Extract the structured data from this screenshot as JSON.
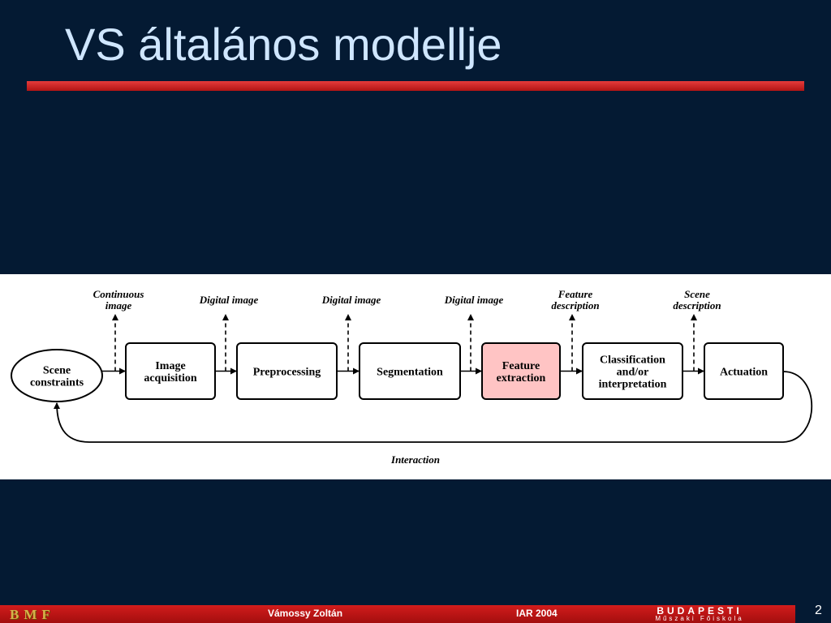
{
  "slide": {
    "title": "VS általános modellje",
    "page_number": "2"
  },
  "colors": {
    "background": "#041a33",
    "title_text": "#cfe6ff",
    "accent_red": "#c41d1d",
    "highlight_box": "#ffc4c4"
  },
  "diagram": {
    "nodes": [
      {
        "id": "scene-constraints",
        "lines": [
          "Scene",
          "constraints"
        ],
        "shape": "ellipse"
      },
      {
        "id": "image-acquisition",
        "lines": [
          "Image",
          "acquisition"
        ]
      },
      {
        "id": "preprocessing",
        "lines": [
          "Preprocessing"
        ]
      },
      {
        "id": "segmentation",
        "lines": [
          "Segmentation"
        ]
      },
      {
        "id": "feature-extraction",
        "lines": [
          "Feature",
          "extraction"
        ],
        "highlight": true
      },
      {
        "id": "classification",
        "lines": [
          "Classification",
          "and/or",
          "interpretation"
        ]
      },
      {
        "id": "actuation",
        "lines": [
          "Actuation"
        ]
      }
    ],
    "outputs": [
      {
        "id": "continuous-image",
        "lines": [
          "Continuous",
          "image"
        ]
      },
      {
        "id": "digital-image-1",
        "lines": [
          "Digital image"
        ]
      },
      {
        "id": "digital-image-2",
        "lines": [
          "Digital image"
        ]
      },
      {
        "id": "digital-image-3",
        "lines": [
          "Digital image"
        ]
      },
      {
        "id": "feature-description",
        "lines": [
          "Feature",
          "description"
        ]
      },
      {
        "id": "scene-description",
        "lines": [
          "Scene",
          "description"
        ]
      }
    ],
    "loop_label": "Interaction"
  },
  "footer": {
    "logo_left": "BMF",
    "author": "Vámossy Zoltán",
    "event": "IAR 2004",
    "logo_right_line1": "BUDAPESTI",
    "logo_right_line2": "Műszaki Főiskola"
  }
}
